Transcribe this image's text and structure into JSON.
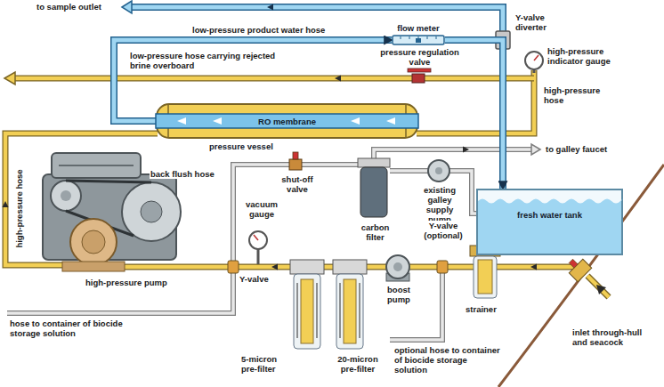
{
  "diagram": {
    "nodes": [
      {
        "text": [
          "flow meter"
        ]
      },
      {
        "text": [
          "pressure vessel"
        ]
      },
      {
        "text": [
          "RO membrane"
        ],
        "in": 1
      },
      {
        "text": [
          "fresh water tank"
        ]
      }
    ],
    "edges": [
      {
        "from": 2,
        "to": 0,
        "arrow": "to"
      },
      {
        "from": 0,
        "to": 3,
        "arrow": "to"
      }
    ],
    "labels": [
      "to sample outlet",
      "low-pressure product water hose",
      "Y-valve diverter",
      "high-pressure indicator gauge",
      "pressure regulation valve",
      "low-pressure hose carrying rejected brine overboard",
      "high-pressure hose",
      "to galley faucet",
      "back flush hose",
      "shut-off valve",
      "carbon filter",
      "existing galley supply pump",
      "high-pressure hose",
      "vacuum gauge",
      "Y-valve",
      "Y-valve (optional)",
      "high-pressure pump",
      "boost pump",
      "strainer",
      "hose to container of biocide storage solution",
      "5-micron pre-filter",
      "20-micron pre-filter",
      "optional hose to container of biocide storage solution",
      "inlet through-hull and seacock"
    ]
  }
}
